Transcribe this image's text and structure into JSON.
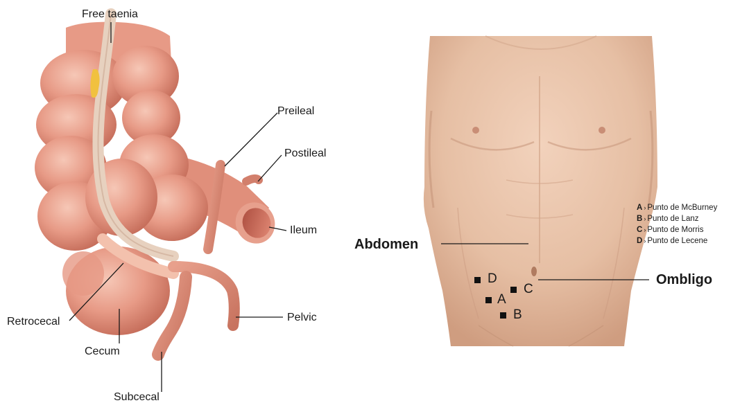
{
  "left_figure": {
    "labels": {
      "free_taenia": "Free taenia",
      "preileal": "Preileal",
      "postileal": "Postileal",
      "ileum": "Ileum",
      "pelvic": "Pelvic",
      "retrocecal": "Retrocecal",
      "cecum": "Cecum",
      "subcecal": "Subcecal"
    }
  },
  "right_figure": {
    "labels": {
      "abdomen": "Abdomen",
      "ombligo": "Ombligo"
    },
    "points": {
      "a": "A",
      "b": "B",
      "c": "C",
      "d": "D"
    },
    "legend": [
      {
        "key": "A",
        "text": "Punto de McBurney"
      },
      {
        "key": "B",
        "text": "Punto de Lanz"
      },
      {
        "key": "C",
        "text": "Punto de Morris"
      },
      {
        "key": "D",
        "text": "Punto de Lecene"
      }
    ],
    "legend_separator": "›"
  },
  "colors": {
    "colon_fill": "#e79a86",
    "colon_shadow": "#c9705d",
    "colon_highlight": "#f6c3b2",
    "taenia": "#e4cdbb",
    "fat": "#f1c13f",
    "skin": "#e9c3a9",
    "skin_shadow": "#cf9f83",
    "leader_line": "#1a1a1a"
  }
}
